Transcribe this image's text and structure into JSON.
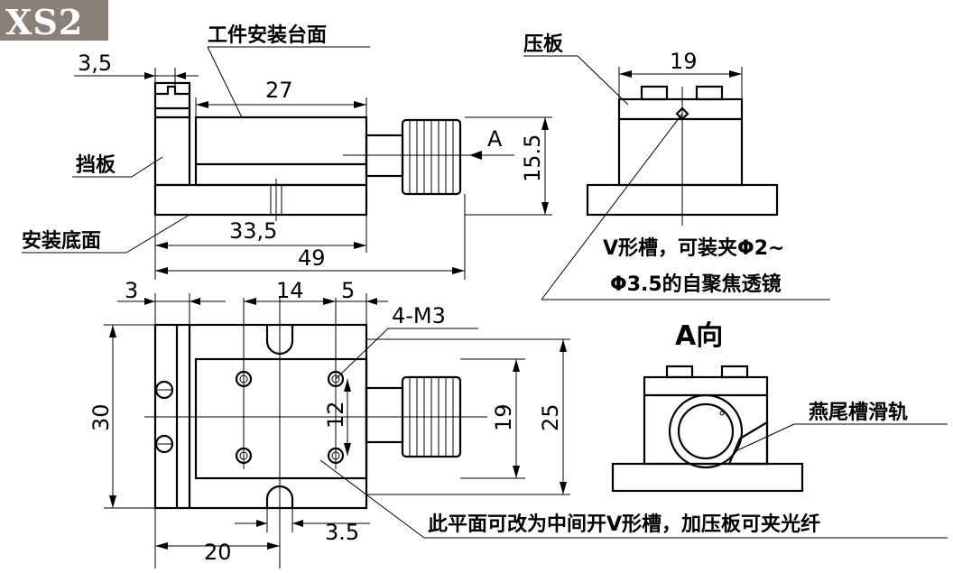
{
  "badge": "XS2",
  "labels": {
    "workpiece_surface": "工件安装台面",
    "stop_plate": "挡板",
    "base_surface": "安装底面",
    "press_plate": "压板",
    "v_groove_1": "V形槽，可装夹Φ2~",
    "v_groove_2": "Φ3.5的自聚焦透镜",
    "view_a": "A向",
    "dovetail": "燕尾槽滑轨",
    "note_bottom": "此平面可改为中间开V形槽，加压板可夹光纤",
    "arrow_a": "A",
    "holes": "4-M3"
  },
  "dims": {
    "d_3_5_top": "3,5",
    "d_27": "27",
    "d_15_5": "15.5",
    "d_33_5": "33,5",
    "d_49": "49",
    "d_19_top": "19",
    "d_3": "3",
    "d_14": "14",
    "d_5": "5",
    "d_30": "30",
    "d_12": "12",
    "d_19_plan": "19",
    "d_25": "25",
    "d_20": "20",
    "d_3_5_bottom": "3.5"
  }
}
